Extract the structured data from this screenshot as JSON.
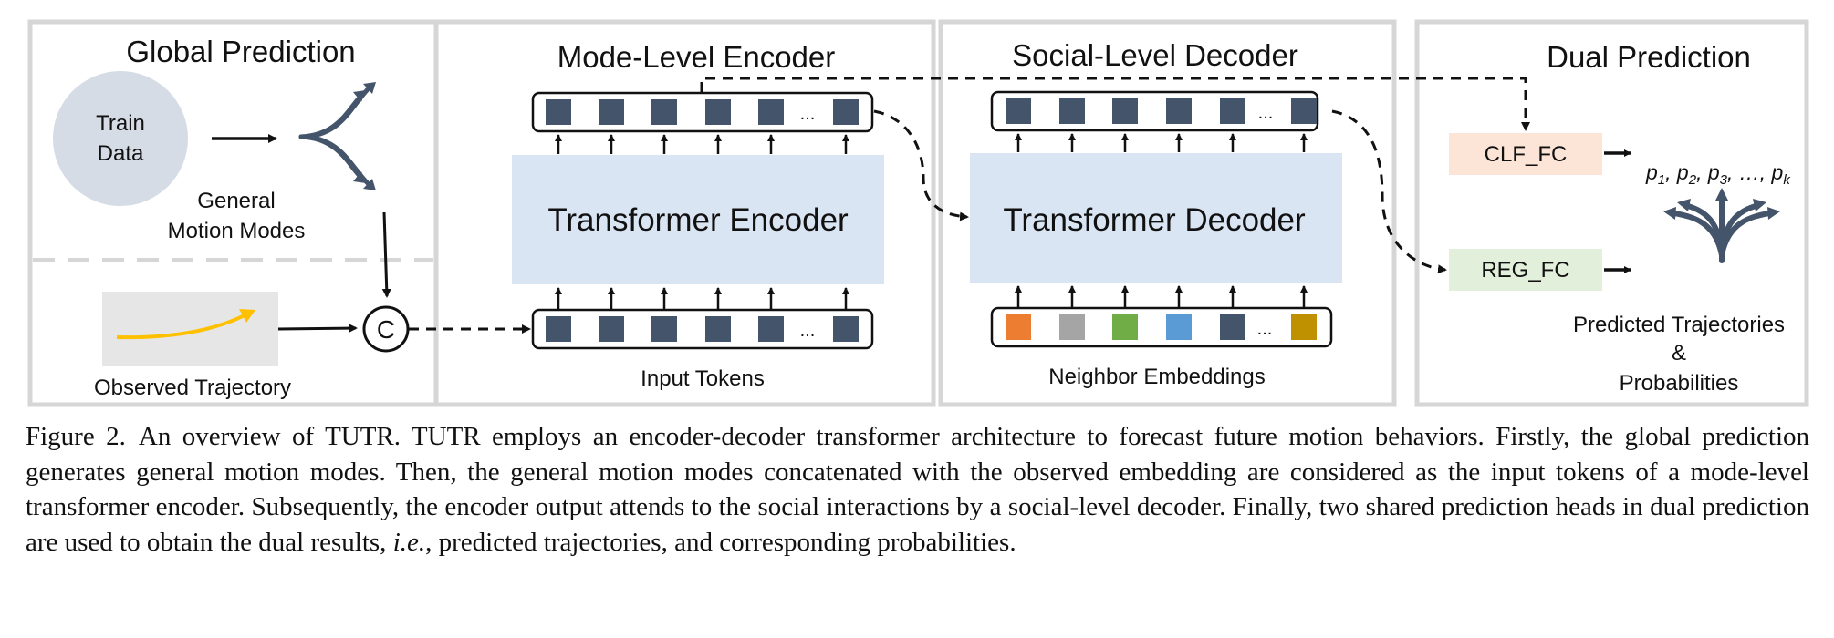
{
  "panels": {
    "global": {
      "title": "Global Prediction",
      "train_data": [
        "Train",
        "Data"
      ],
      "modes_label": [
        "General",
        "Motion Modes"
      ],
      "observed_label": "Observed Trajectory",
      "concat_symbol": "C"
    },
    "encoder": {
      "title": "Mode-Level Encoder",
      "block": "Transformer Encoder",
      "input_label": "Input Tokens",
      "ellipsis": "..."
    },
    "decoder": {
      "title": "Social-Level Decoder",
      "block": "Transformer Decoder",
      "neighbor_label": "Neighbor Embeddings",
      "ellipsis": "...",
      "neighbor_colors": [
        "#ed7d31",
        "#a5a5a5",
        "#70ad47",
        "#5b9bd5",
        "#44546a",
        "#bf9000"
      ]
    },
    "dual": {
      "title": "Dual Prediction",
      "clf": "CLF_FC",
      "reg": "REG_FC",
      "probs": "p1, p2, p3, ..., pk",
      "out_label": [
        "Predicted Trajectories",
        "&",
        "Probabilities"
      ]
    }
  },
  "colors": {
    "token": "#44546a",
    "transformer_fill": "#dae5f3",
    "train_data_fill": "#d5dce6",
    "clf_fill": "#fce4d6",
    "reg_fill": "#e2efda",
    "observed_fill": "#e6e6e6",
    "trajectory": "#ffc000",
    "fan_arrows": "#44546a"
  },
  "caption": {
    "lead": "Figure 2.",
    "part1": "An overview of TUTR. TUTR employs an encoder-decoder transformer architecture to forecast future motion behaviors. Firstly, the global prediction generates general motion modes.  Then, the general motion modes concatenated with the observed embedding are considered as the input tokens of a mode-level transformer encoder. Subsequently, the encoder output attends to the social interactions by a social-level decoder. Finally, two shared prediction heads in dual prediction are used to obtain the dual results, ",
    "ie": "i.e.",
    "part2": ", predicted trajectories, and corresponding probabilities."
  }
}
